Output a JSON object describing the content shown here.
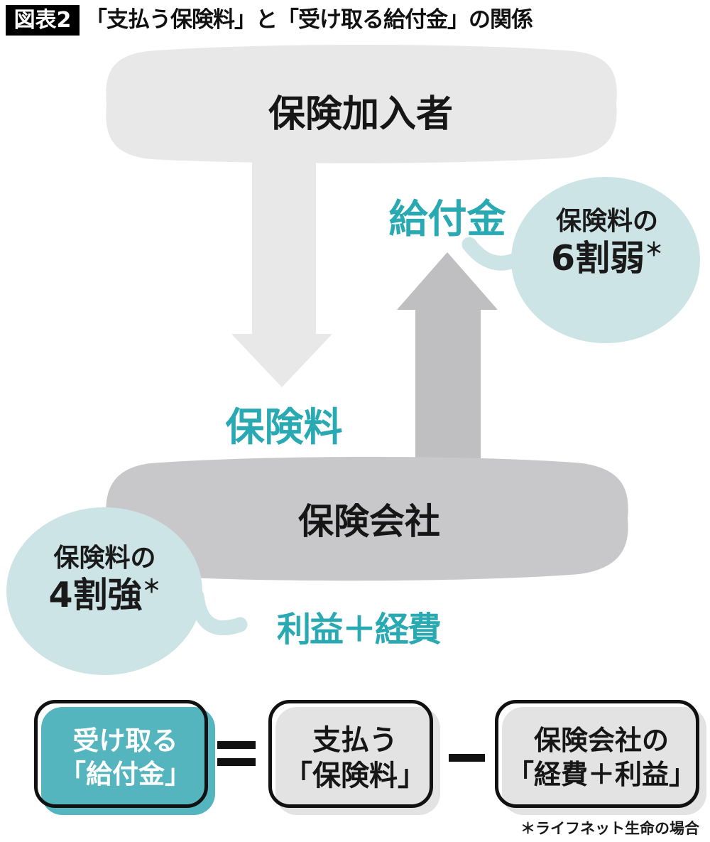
{
  "header": {
    "badge": "図表2",
    "title": "「支払う保険料」と「受け取る給付金」の関係"
  },
  "nodes": {
    "policyholder": "保険加入者",
    "company": "保険会社"
  },
  "flows": {
    "premium": "保険料",
    "benefit": "給付金",
    "profit_expense": "利益＋経費"
  },
  "bubbles": {
    "benefit_share": {
      "line1": "保険料の",
      "line2": "6割弱",
      "sup": "＊"
    },
    "premium_share": {
      "line1": "保険料の",
      "line2": "4割強",
      "sup": "＊"
    }
  },
  "formula": {
    "result": {
      "line1": "受け取る",
      "line2": "「給付金」"
    },
    "paid": {
      "line1": "支払う",
      "line2": "「保険料」"
    },
    "cost": {
      "line1": "保険会社の",
      "line2": "「経費＋利益」"
    },
    "operators": {
      "equals": "＝",
      "minus": "−"
    }
  },
  "footnote": "＊ライフネット生命の場合",
  "colors": {
    "teal_text": "#29a9b2",
    "teal_box_fill": "#54b5be",
    "bubble_fill": "#cde4e7",
    "light_gray_shape": "#e8e8e8",
    "mid_gray_shape": "#c8c8ca",
    "up_arrow_gray": "#bfbfc1",
    "gray_box_fill": "#e3e3e4",
    "outline_black": "#111111"
  }
}
